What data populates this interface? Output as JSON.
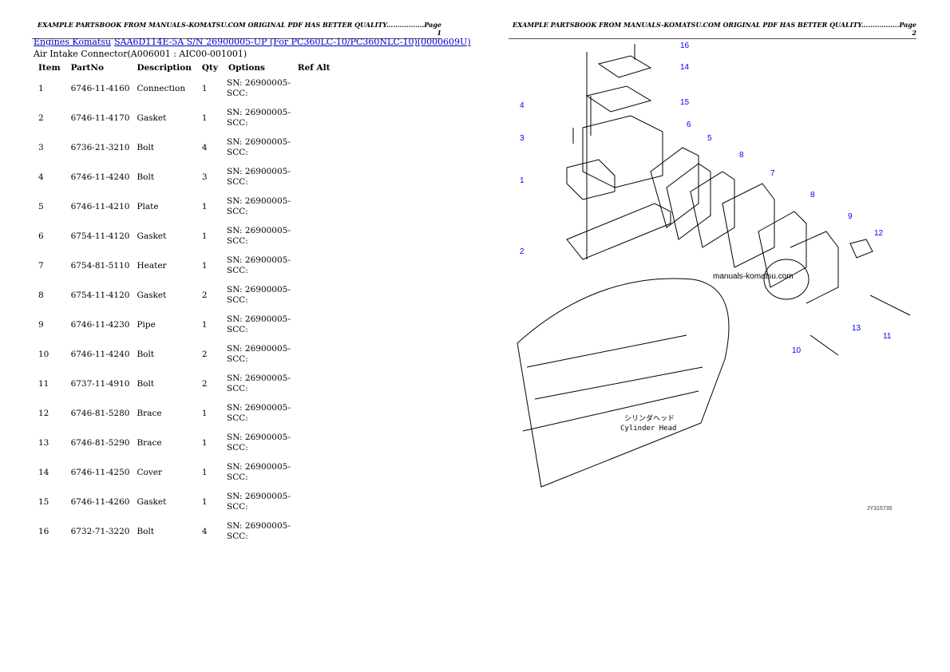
{
  "header_left": "EXAMPLE PARTSBOOK FROM MANUALS-KOMATSU.COM ORIGINAL PDF HAS BETTER QUALITY.................Page 1",
  "header_right": "EXAMPLE PARTSBOOK FROM MANUALS-KOMATSU.COM ORIGINAL PDF HAS BETTER QUALITY.................Page 2",
  "breadcrumb": {
    "link1": "Engines Komatsu",
    "link2": "SAA6D114E-5A S/N 26900005-UP (For PC360LC-10/PC360NLC-10)(0000609U)"
  },
  "subtitle": "Air Intake Connector(A006001 : AIC00-001001)",
  "columns": [
    "Item",
    "PartNo",
    "Description",
    "Qty",
    "Options",
    "Ref Alt"
  ],
  "rows": [
    [
      "1",
      "6746-11-4160",
      "Connection",
      "1",
      "SN: 26900005-",
      "SCC:"
    ],
    [
      "2",
      "6746-11-4170",
      "Gasket",
      "1",
      "SN: 26900005-",
      "SCC:"
    ],
    [
      "3",
      "6736-21-3210",
      "Bolt",
      "4",
      "SN: 26900005-",
      "SCC:"
    ],
    [
      "4",
      "6746-11-4240",
      "Bolt",
      "3",
      "SN: 26900005-",
      "SCC:"
    ],
    [
      "5",
      "6746-11-4210",
      "Plate",
      "1",
      "SN: 26900005-",
      "SCC:"
    ],
    [
      "6",
      "6754-11-4120",
      "Gasket",
      "1",
      "SN: 26900005-",
      "SCC:"
    ],
    [
      "7",
      "6754-81-5110",
      "Heater",
      "1",
      "SN: 26900005-",
      "SCC:"
    ],
    [
      "8",
      "6754-11-4120",
      "Gasket",
      "2",
      "SN: 26900005-",
      "SCC:"
    ],
    [
      "9",
      "6746-11-4230",
      "Pipe",
      "1",
      "SN: 26900005-",
      "SCC:"
    ],
    [
      "10",
      "6746-11-4240",
      "Bolt",
      "2",
      "SN: 26900005-",
      "SCC:"
    ],
    [
      "11",
      "6737-11-4910",
      "Bolt",
      "2",
      "SN: 26900005-",
      "SCC:"
    ],
    [
      "12",
      "6746-81-5280",
      "Brace",
      "1",
      "SN: 26900005-",
      "SCC:"
    ],
    [
      "13",
      "6746-81-5290",
      "Brace",
      "1",
      "SN: 26900005-",
      "SCC:"
    ],
    [
      "14",
      "6746-11-4250",
      "Cover",
      "1",
      "SN: 26900005-",
      "SCC:"
    ],
    [
      "15",
      "6746-11-4260",
      "Gasket",
      "1",
      "SN: 26900005-",
      "SCC:"
    ],
    [
      "16",
      "6732-71-3220",
      "Bolt",
      "4",
      "SN: 26900005-",
      "SCC:"
    ]
  ],
  "diagram": {
    "callouts": [
      "16",
      "14",
      "15",
      "4",
      "3",
      "1",
      "6",
      "5",
      "8",
      "7",
      "8",
      "9",
      "12",
      "2",
      "13",
      "11",
      "10"
    ],
    "watermark": "manuals-komatsu.com",
    "caption_jp": "シリンダヘッド",
    "caption_en": "Cylinder Head",
    "drawing_code": "JY315735",
    "callout_color": "#0000ff"
  }
}
